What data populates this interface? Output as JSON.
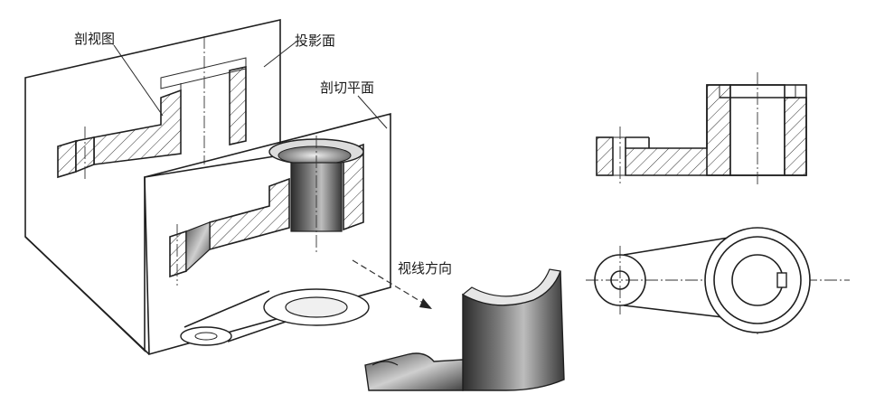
{
  "labels": {
    "section_view": "剖视图",
    "projection_plane": "投影面",
    "cutting_plane": "剖切平面",
    "view_direction": "视线方向"
  }
}
